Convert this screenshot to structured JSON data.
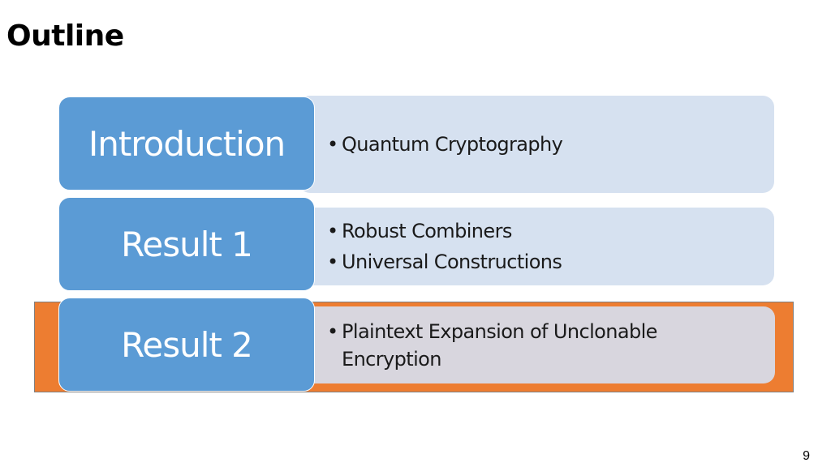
{
  "slide": {
    "title": "Outline",
    "page_number": "9"
  },
  "colors": {
    "label_bg": "#5b9bd5",
    "panel_bg": "#d6e1f0",
    "active_panel_bg": "#d8d6de",
    "highlight_bg": "#ed7d31"
  },
  "sections": [
    {
      "label": "Introduction",
      "bullets": [
        "Quantum Cryptography"
      ]
    },
    {
      "label": "Result 1",
      "bullets": [
        "Robust Combiners",
        "Universal Constructions"
      ]
    },
    {
      "label": "Result 2",
      "bullets": [
        "Plaintext Expansion of Unclonable Encryption"
      ]
    }
  ]
}
